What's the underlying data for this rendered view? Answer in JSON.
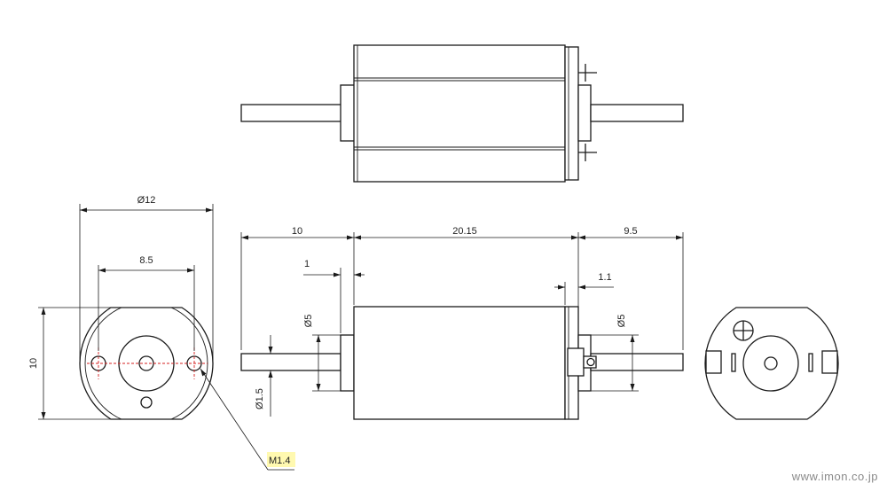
{
  "dims": {
    "front_diameter": "Ø12",
    "hole_spacing": "8.5",
    "front_height": "10",
    "thread": "M1.4",
    "shaft_left_len": "10",
    "body_len": "20.15",
    "shaft_right_len": "9.5",
    "collar_left": "1",
    "collar_right": "1.1",
    "boss_left_dia": "Ø5",
    "boss_right_dia": "Ø5",
    "shaft_dia": "Ø1.5"
  },
  "colors": {
    "line": "#1a1a1a",
    "centerline": "#d62020",
    "thread_highlight": "#fff9b0",
    "watermark": "#8a8a8a"
  },
  "watermark": "www.imon.co.jp"
}
